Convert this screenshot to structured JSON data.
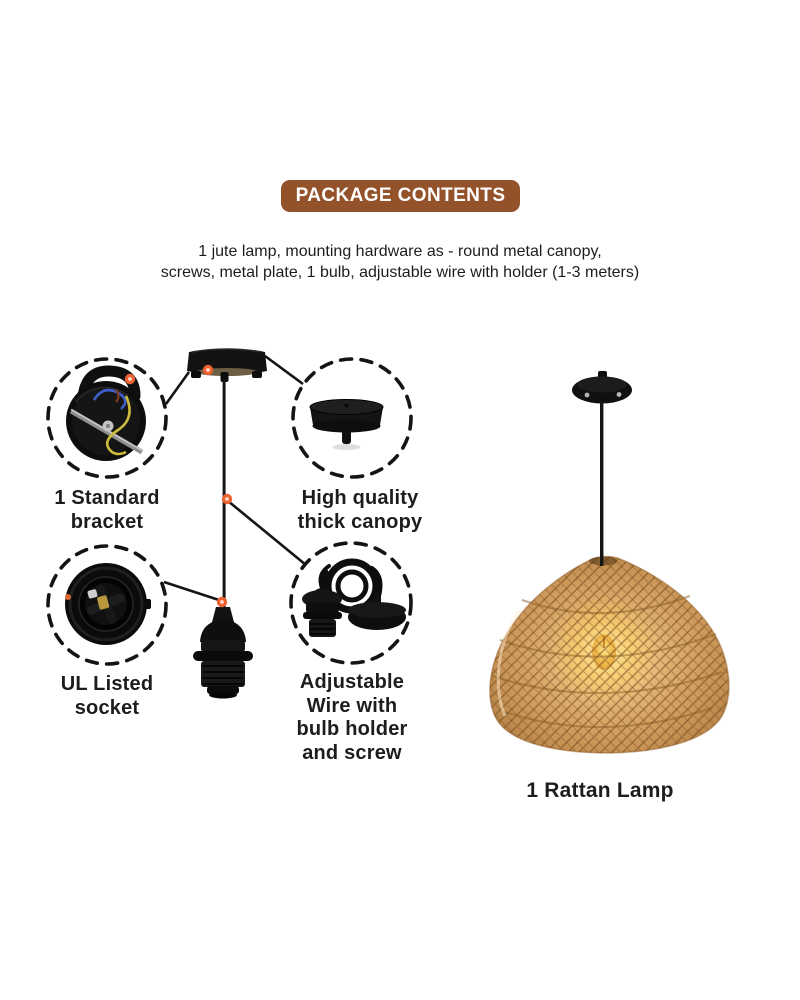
{
  "title_badge": {
    "label": "PACKAGE CONTENTS"
  },
  "description": {
    "lines": [
      "1 jute lamp, mounting hardware as - round metal canopy,",
      "screws, metal plate, 1 bulb, adjustable wire with holder (1-3 meters)"
    ]
  },
  "callouts": [
    {
      "name": "standard-bracket",
      "lines": [
        "1 Standard",
        "bracket"
      ]
    },
    {
      "name": "thick-canopy",
      "lines": [
        "High quality",
        "thick canopy"
      ]
    },
    {
      "name": "ul-socket",
      "lines": [
        "UL Listed",
        "socket"
      ]
    },
    {
      "name": "adjustable-wire",
      "lines": [
        "Adjustable",
        "Wire with",
        "bulb holder",
        "and screw"
      ]
    }
  ],
  "product": {
    "label": "1 Rattan Lamp"
  },
  "figures": {
    "left_diagram": "pendant-mounting-hardware-diagram",
    "right_figure": "rattan-pendant-lamp-photo"
  },
  "icons": {
    "callout_marker": "orange-dot-marker",
    "callout_ring": "dashed-circle"
  },
  "colors": {
    "badge_bg": "#94522A",
    "text": "#1D1D1F",
    "marker_orange": "#ED6130",
    "line_black": "#141414",
    "hardware_black": "#121212",
    "rattan_light": "#F6DEA8",
    "rattan_mid": "#DCAC6C",
    "rattan_dark": "#B07E45",
    "glow_yellow": "#FFC64D"
  }
}
